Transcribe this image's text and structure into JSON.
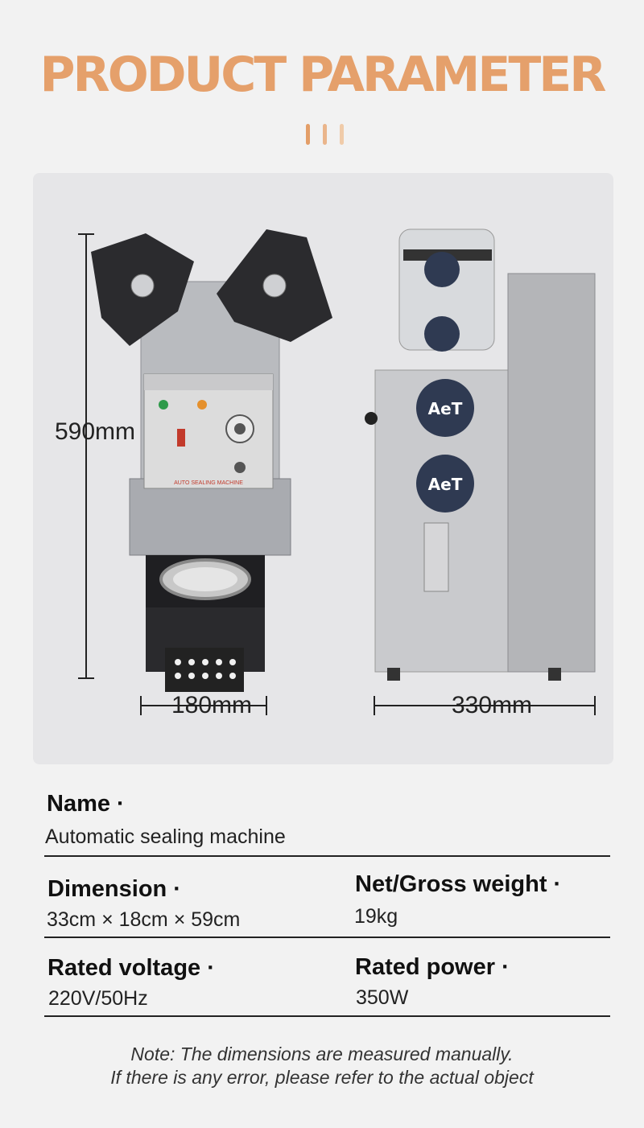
{
  "header": {
    "title": "PRODUCT PARAMETER"
  },
  "accent_color": "#e5a06b",
  "dimensions": {
    "height": "590mm",
    "front_width": "180mm",
    "side_depth": "330mm"
  },
  "specs": {
    "name_label": "Name ·",
    "name_value": "Automatic sealing machine",
    "dimension_label": "Dimension ·",
    "dimension_value": "33cm × 18cm × 59cm",
    "weight_label": "Net/Gross weight ·",
    "weight_value": "19kg",
    "voltage_label": "Rated voltage ·",
    "voltage_value": "220V/50Hz",
    "power_label": "Rated power ·",
    "power_value": "350W"
  },
  "machine_text": {
    "panel_label": "AUTO SEALING MACHINE",
    "roll_logo": "AeT"
  },
  "note": {
    "line1": "Note: The dimensions are measured manually.",
    "line2": "If there is any error, please refer to the actual object"
  }
}
